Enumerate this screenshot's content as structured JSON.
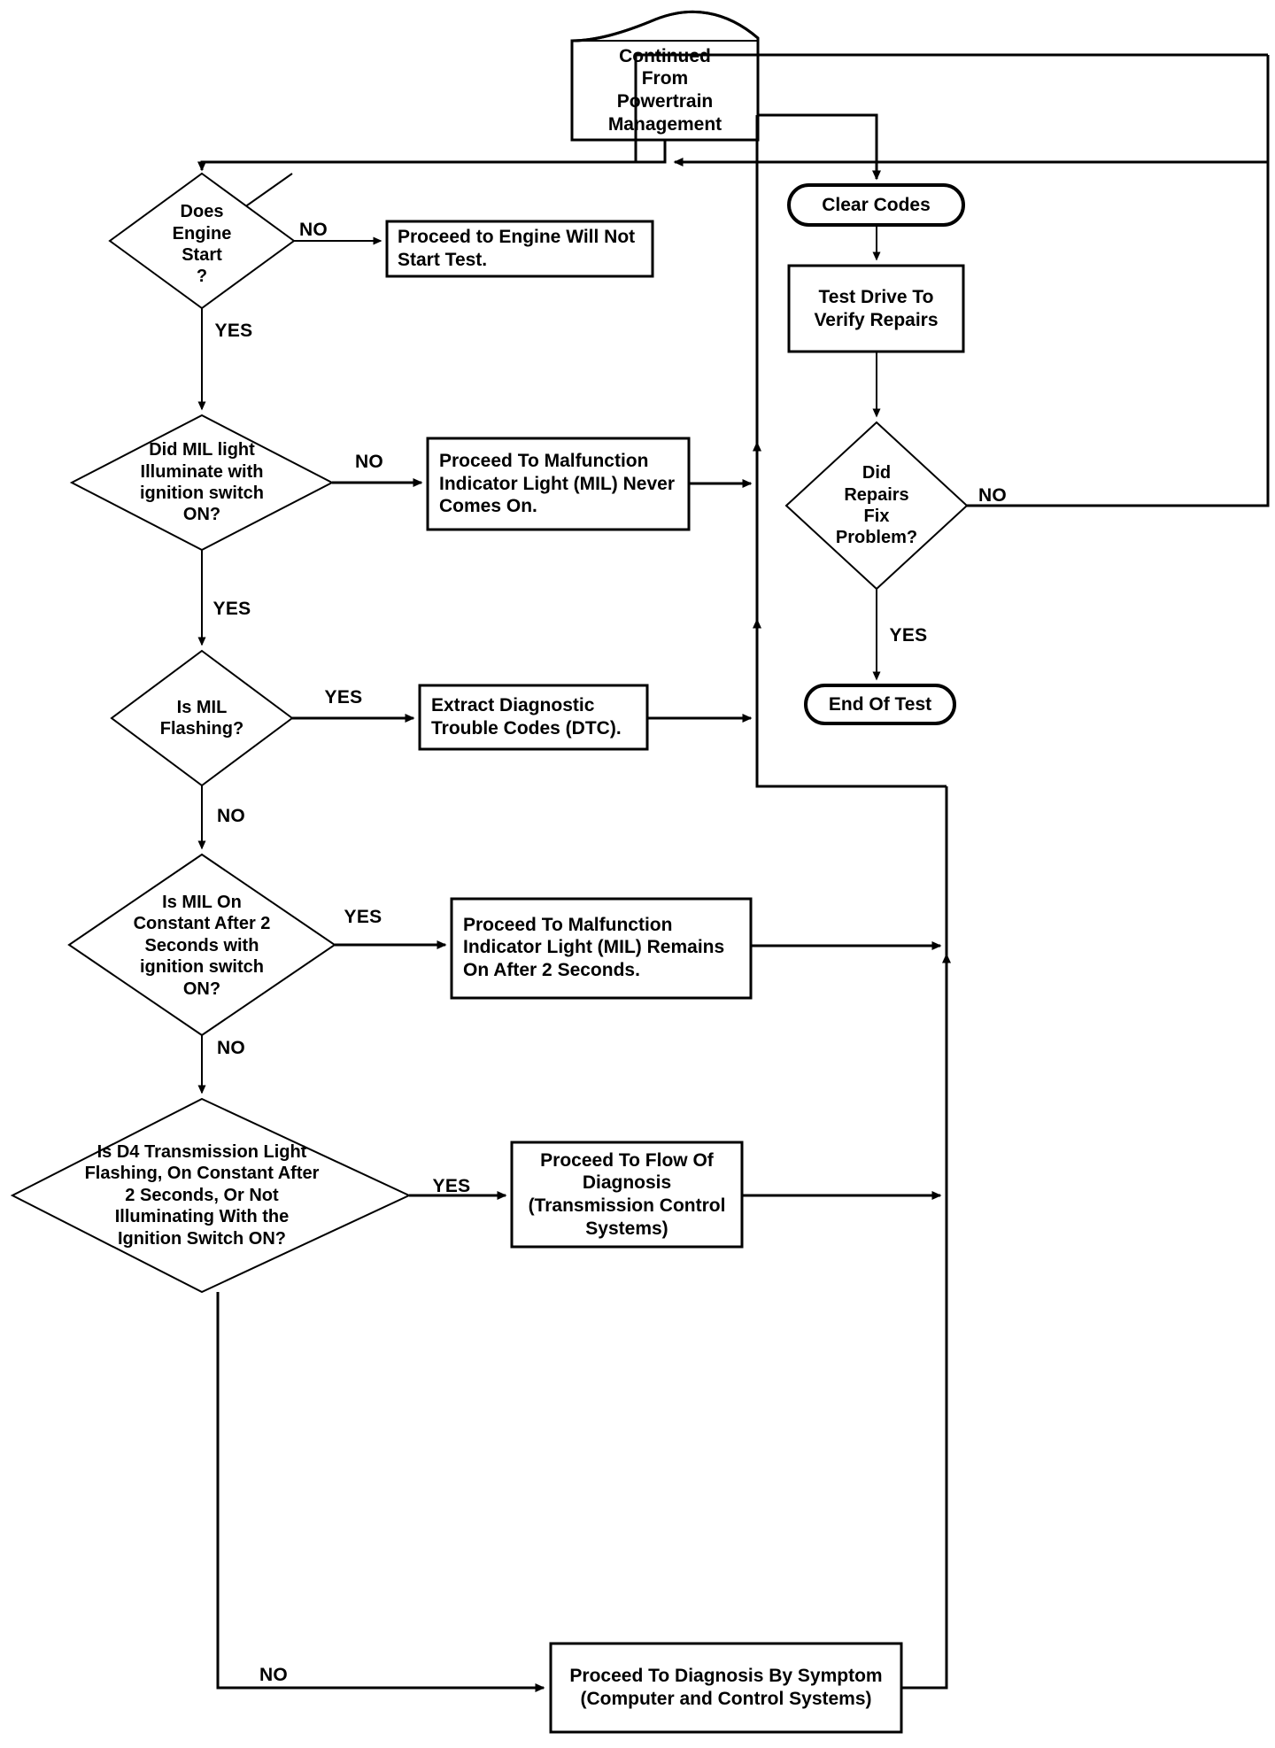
{
  "diagram": {
    "title": "Powertrain / MIL Diagnostic Flowchart",
    "ink_color": "#000000",
    "paper_color": "#ffffff"
  },
  "nodes": {
    "continued": {
      "shape": "torn-page",
      "text": "Continued\nFrom\nPowertrain\nManagement"
    },
    "does_engine_start": {
      "shape": "diamond",
      "text": "Does\nEngine\nStart\n?"
    },
    "engine_will_not_start": {
      "shape": "rect",
      "text": "Proceed to Engine Will Not\nStart Test."
    },
    "did_mil_illuminate": {
      "shape": "diamond",
      "text": "Did MIL light\nIlluminate with\nignition switch\nON?"
    },
    "mil_never_comes_on": {
      "shape": "rect",
      "text": "Proceed To Malfunction\nIndicator Light (MIL) Never\nComes On."
    },
    "is_mil_flashing": {
      "shape": "diamond",
      "text": "Is MIL\nFlashing?"
    },
    "extract_dtc": {
      "shape": "rect",
      "text": "Extract Diagnostic\nTrouble Codes (DTC)."
    },
    "is_mil_constant": {
      "shape": "diamond",
      "text": "Is MIL On\nConstant After 2\nSeconds with\nignition switch\nON?"
    },
    "mil_remains_on": {
      "shape": "rect",
      "text": "Proceed To Malfunction\nIndicator Light (MIL) Remains\nOn After 2 Seconds."
    },
    "is_d4_light": {
      "shape": "diamond",
      "text": "Is D4 Transmission Light\nFlashing, On Constant After\n2 Seconds, Or Not\nIlluminating With the\nIgnition Switch ON?"
    },
    "flow_of_diagnosis": {
      "shape": "rect",
      "text": "Proceed To Flow Of\nDiagnosis\n(Transmission Control\nSystems)"
    },
    "diagnosis_by_symptom": {
      "shape": "rect",
      "text": "Proceed To Diagnosis By Symptom\n(Computer and Control Systems)"
    },
    "clear_codes": {
      "shape": "stadium",
      "text": "Clear Codes"
    },
    "test_drive": {
      "shape": "rect",
      "text": "Test Drive To\nVerify Repairs"
    },
    "did_repairs_fix": {
      "shape": "diamond",
      "text": "Did\nRepairs\nFix\nProblem?"
    },
    "end_of_test": {
      "shape": "stadium",
      "text": "End Of Test"
    }
  },
  "edge_labels": {
    "engine_no": "NO",
    "engine_yes": "YES",
    "mil_illum_no": "NO",
    "mil_illum_yes": "YES",
    "mil_flash_yes": "YES",
    "mil_flash_no": "NO",
    "mil_const_yes": "YES",
    "mil_const_no": "NO",
    "d4_yes": "YES",
    "d4_no": "NO",
    "repairs_no": "NO",
    "repairs_yes": "YES"
  }
}
